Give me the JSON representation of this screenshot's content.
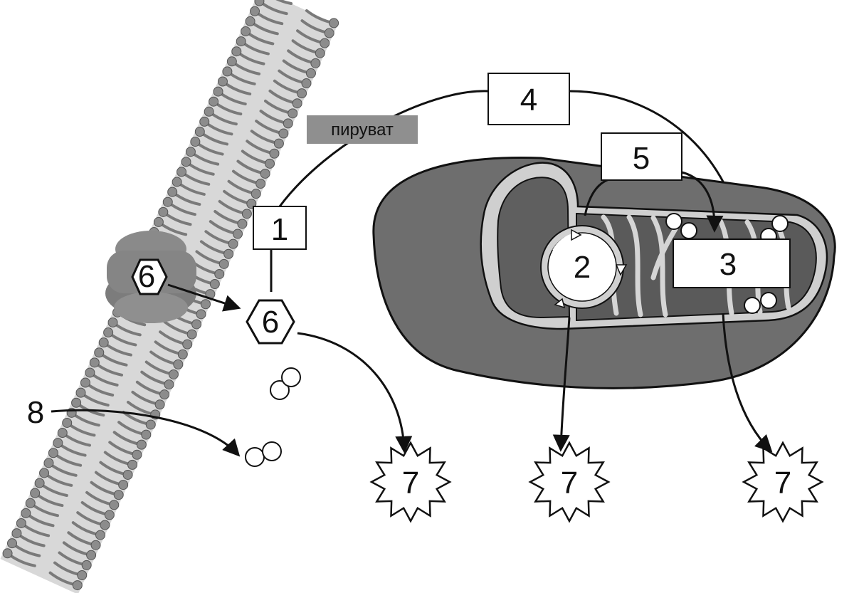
{
  "labels": {
    "box1": "1",
    "box2": "2",
    "box3": "3",
    "box4": "4",
    "box5": "5",
    "hex_in_channel": "6",
    "hex_cytoplasm": "6",
    "star_left": "7",
    "star_middle": "7",
    "star_right": "7",
    "label8": "8",
    "pyruvate": "пируват"
  },
  "colors": {
    "membrane_head": "#8c8c8c",
    "membrane_tail": "#7a7a7a",
    "membrane_band": "#d8d8d8",
    "protein": "#8a8a8a",
    "mito_outer": "#6e6e6e",
    "mito_inner_light": "#cfcfcf",
    "matrix": "#5a5a5a",
    "tag_bg": "#8f8f8f",
    "stroke": "#111111"
  }
}
